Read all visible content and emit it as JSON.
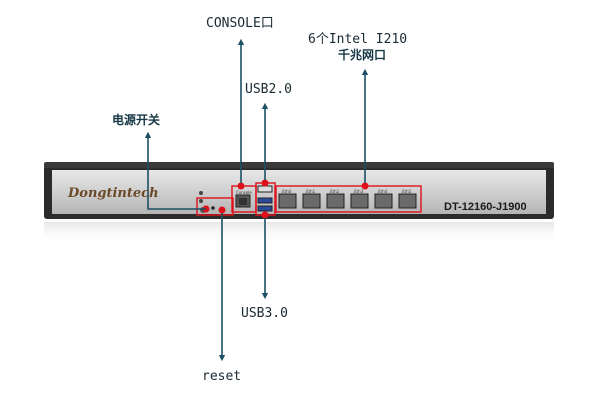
{
  "labels": {
    "console": "CONSOLE口",
    "intel_line1": "6个Intel I210",
    "intel_line2": "千兆网口",
    "usb2": "USB2.0",
    "power_switch": "电源开关",
    "usb3": "USB3.0",
    "reset": "reset"
  },
  "device": {
    "brand": "Dongtintech",
    "model": "DT-12160-J1900",
    "port_labels": [
      "Eth0",
      "Eth1",
      "Eth2",
      "Eth3",
      "Eth4",
      "Eth5"
    ],
    "console_port_label": "Console"
  },
  "colors": {
    "arrow": "#1b4f63",
    "callout": "#e0101a",
    "chassis": "#2a2a2a",
    "panel": "#c9c9c9"
  }
}
